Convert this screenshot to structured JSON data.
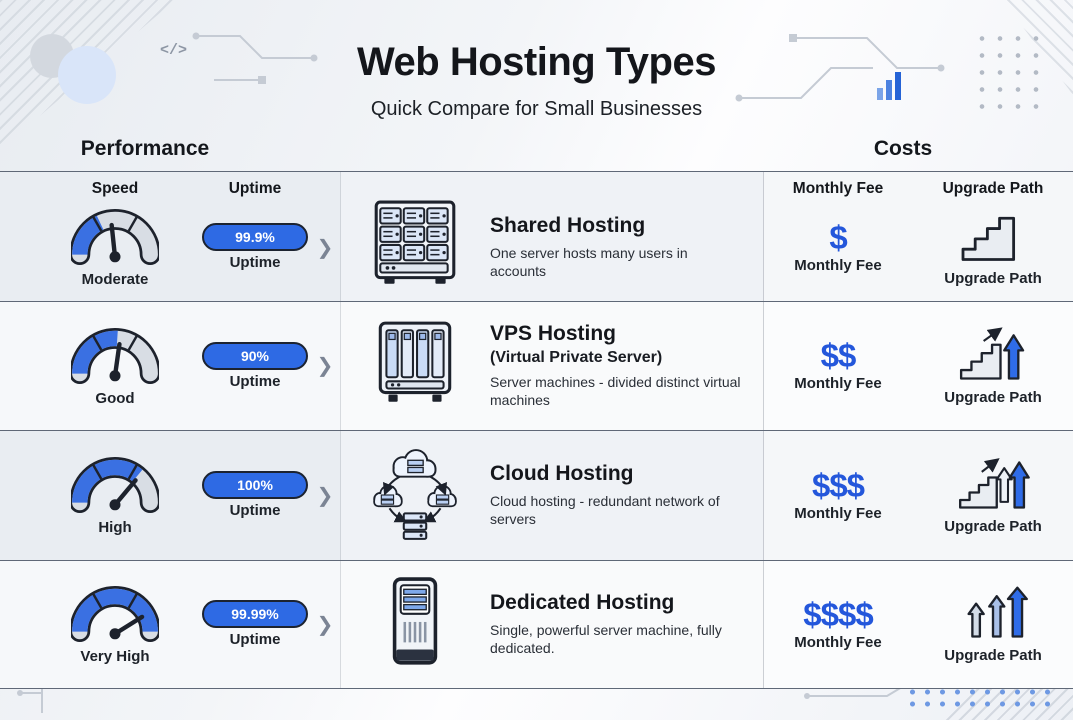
{
  "header": {
    "title": "Web Hosting Types",
    "subtitle": "Quick Compare for Small Businesses",
    "left_section": "Performance",
    "right_section": "Costs"
  },
  "column_headers": {
    "speed": "Speed",
    "uptime": "Uptime",
    "monthly_fee": "Monthly Fee",
    "upgrade_path": "Upgrade Path"
  },
  "icons": {
    "chevron": "❯",
    "code_glyph": "</>"
  },
  "colors": {
    "accent_blue": "#2563eb",
    "pill_blue": "#2e6ae4",
    "gauge_blue": "#3a70e2",
    "gauge_track": "#d8dde4",
    "ink": "#1d222c",
    "row_gray": "#e9edf2",
    "row_light": "#f6f8fa"
  },
  "rows": [
    {
      "title": "Shared Hosting",
      "subtitle": "",
      "description": "One server hosts many users in accounts",
      "icon": "server-rack-grid-icon",
      "speed": {
        "label": "Moderate",
        "fraction": 0.36,
        "needle_deg": -6
      },
      "uptime": {
        "value": "99.9%",
        "label": "Uptime"
      },
      "cost": {
        "fee": "$",
        "fee_label": "Monthly Fee",
        "upgrade_icon": "stairs-icon",
        "upgrade_label": "Upgrade Path"
      }
    },
    {
      "title": "VPS Hosting",
      "subtitle": "(Virtual Private Server)",
      "description": "Server machines - divided distinct virtual machines",
      "icon": "server-blades-icon",
      "speed": {
        "label": "Good",
        "fraction": 0.52,
        "needle_deg": 8
      },
      "uptime": {
        "value": "90%",
        "label": "Uptime"
      },
      "cost": {
        "fee": "$$",
        "fee_label": "Monthly Fee",
        "upgrade_icon": "stairs-arrow-up-icon",
        "upgrade_label": "Upgrade Path"
      }
    },
    {
      "title": "Cloud Hosting",
      "subtitle": "",
      "description": "Cloud hosting - redundant network of servers",
      "icon": "cloud-servers-icon",
      "speed": {
        "label": "High",
        "fraction": 0.72,
        "needle_deg": 40
      },
      "uptime": {
        "value": "100%",
        "label": "Uptime"
      },
      "cost": {
        "fee": "$$$",
        "fee_label": "Monthly Fee",
        "upgrade_icon": "stairs-growth-arrows-icon",
        "upgrade_label": "Upgrade Path"
      }
    },
    {
      "title": "Dedicated Hosting",
      "subtitle": "",
      "description": "Single, powerful server machine, fully dedicated.",
      "icon": "tower-server-icon",
      "speed": {
        "label": "Very High",
        "fraction": 1.0,
        "needle_deg": 58
      },
      "uptime": {
        "value": "99.99%",
        "label": "Uptime"
      },
      "cost": {
        "fee": "$$$$",
        "fee_label": "Monthly Fee",
        "upgrade_icon": "growth-arrows-icon",
        "upgrade_label": "Upgrade Path"
      }
    }
  ]
}
